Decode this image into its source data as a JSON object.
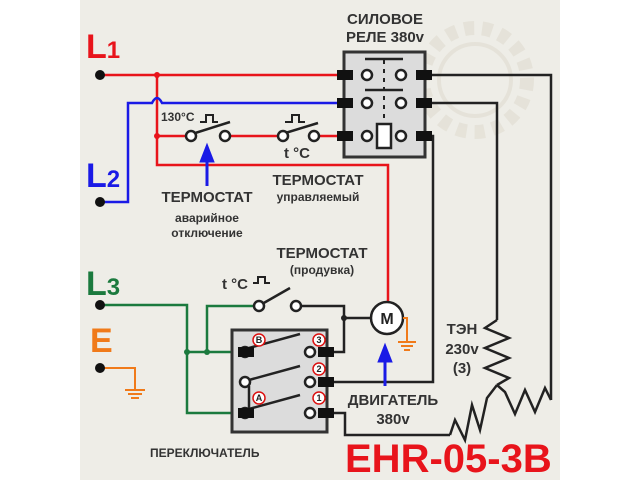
{
  "lines": {
    "l1": {
      "label": "L",
      "index": "1",
      "color": "#e8141b"
    },
    "l2": {
      "label": "L",
      "index": "2",
      "color": "#1a1ae6"
    },
    "l3": {
      "label": "L",
      "index": "3",
      "color": "#1b7a3e"
    },
    "earth": {
      "label": "E",
      "color": "#f07a1a"
    }
  },
  "relay": {
    "title_line1": "СИЛОВОЕ",
    "title_line2": "РЕЛЕ 380v"
  },
  "thermostat_emergency": {
    "title": "ТЕРМОСТАТ",
    "sub1": "аварийное",
    "sub2": "отключение",
    "temp": "130°C"
  },
  "thermostat_controlled": {
    "title": "ТЕРМОСТАТ",
    "sub": "управляемый",
    "temp": "t °C"
  },
  "thermostat_blower": {
    "title": "ТЕРМОСТАТ",
    "sub": "(продувка)",
    "temp": "t °C"
  },
  "motor": {
    "symbol": "M",
    "title": "ДВИГАТЕЛЬ",
    "voltage": "380v"
  },
  "heater": {
    "title": "ТЭН",
    "voltage": "230v",
    "count": "(3)"
  },
  "switch": {
    "title": "ПЕРЕКЛЮЧАТЕЛЬ",
    "terminals": [
      "B",
      "3",
      "2",
      "A",
      "1"
    ]
  },
  "model": "EHR-05-3B",
  "colors": {
    "background": "#eeede7",
    "wire": "#222222",
    "box": "#dcdcdc"
  }
}
